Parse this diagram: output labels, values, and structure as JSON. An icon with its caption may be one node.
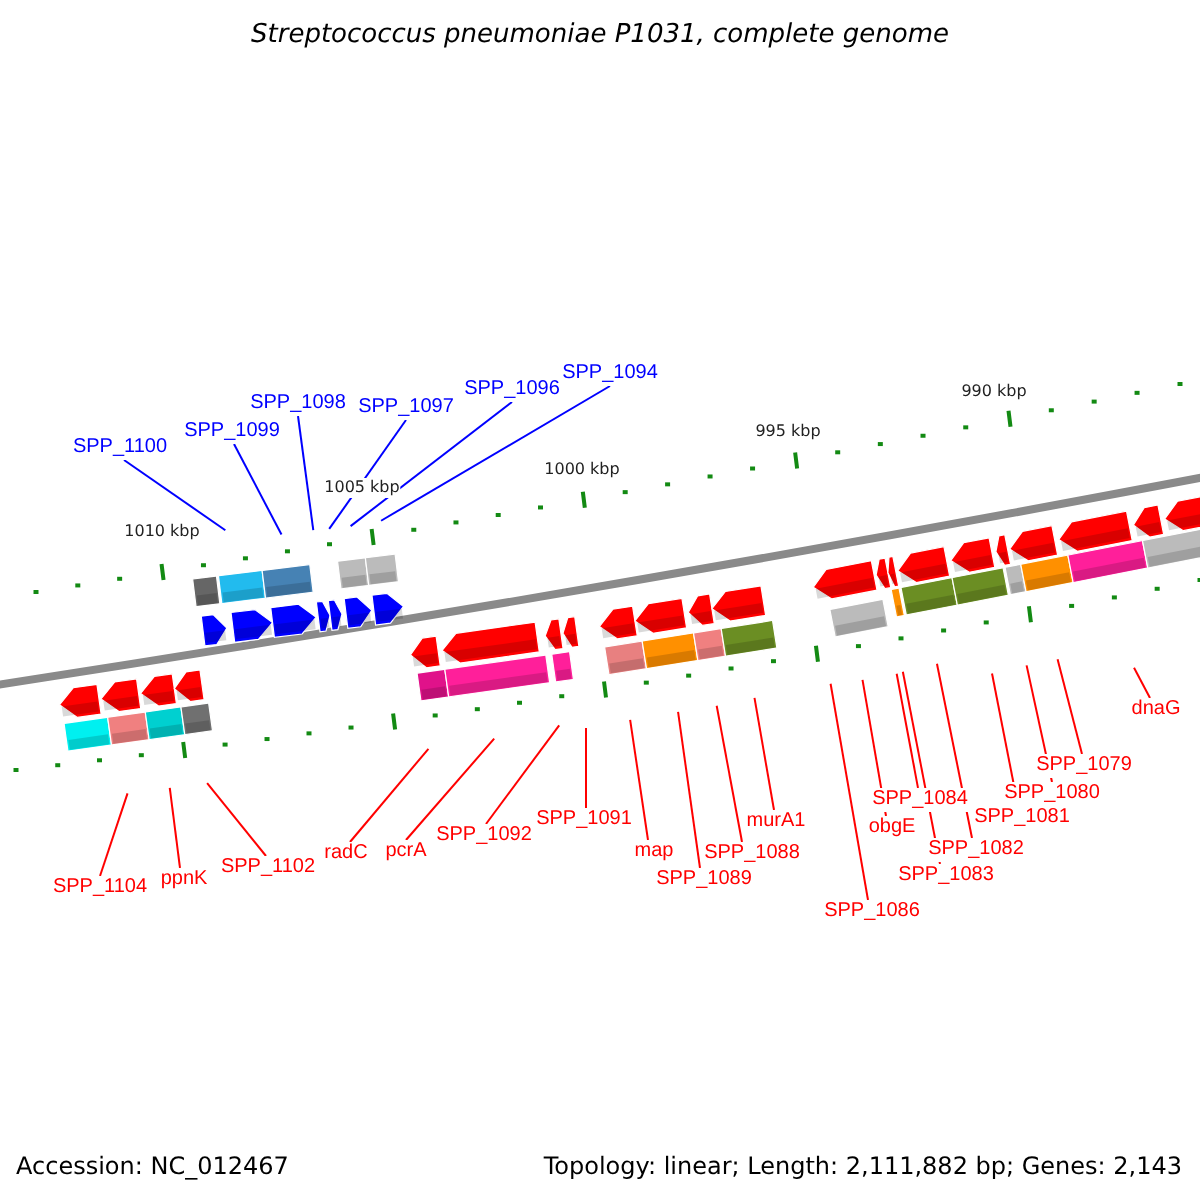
{
  "diagram": {
    "title": "Streptococcus pneumoniae P1031, complete genome",
    "nodes": [
      {
        "text": [
          "SPP_1100"
        ]
      },
      {
        "text": [
          "SPP_1099"
        ]
      },
      {
        "text": [
          "SPP_1098"
        ]
      },
      {
        "text": [
          "SPP_1097"
        ]
      },
      {
        "text": [
          "SPP_1096"
        ]
      },
      {
        "text": [
          "SPP_1094"
        ]
      },
      {
        "text": [
          "SPP_1104"
        ]
      },
      {
        "text": [
          "ppnK"
        ]
      },
      {
        "text": [
          "SPP_1102"
        ]
      },
      {
        "text": [
          "radC"
        ]
      },
      {
        "text": [
          "pcrA"
        ]
      },
      {
        "text": [
          "SPP_1092"
        ]
      },
      {
        "text": [
          "SPP_1091"
        ]
      },
      {
        "text": [
          "map"
        ]
      },
      {
        "text": [
          "SPP_1089"
        ]
      },
      {
        "text": [
          "SPP_1088"
        ]
      },
      {
        "text": [
          "murA1"
        ]
      },
      {
        "text": [
          "SPP_1086"
        ]
      },
      {
        "text": [
          "obgE"
        ]
      },
      {
        "text": [
          "SPP_1084"
        ]
      },
      {
        "text": [
          "SPP_1083"
        ]
      },
      {
        "text": [
          "SPP_1082"
        ]
      },
      {
        "text": [
          "SPP_1081"
        ]
      },
      {
        "text": [
          "SPP_1080"
        ]
      },
      {
        "text": [
          "SPP_1079"
        ]
      },
      {
        "text": [
          "dnaG"
        ]
      }
    ],
    "edges": [
      {
        "from": 0,
        "to": null,
        "arrow": "none",
        "color": "#0000ff"
      },
      {
        "from": 1,
        "to": null,
        "arrow": "none",
        "color": "#0000ff"
      },
      {
        "from": 2,
        "to": null,
        "arrow": "none",
        "color": "#0000ff"
      },
      {
        "from": 3,
        "to": null,
        "arrow": "none",
        "color": "#0000ff"
      },
      {
        "from": 4,
        "to": null,
        "arrow": "none",
        "color": "#0000ff"
      },
      {
        "from": 5,
        "to": null,
        "arrow": "none",
        "color": "#0000ff"
      },
      {
        "from": 6,
        "to": null,
        "arrow": "none"
      },
      {
        "from": 7,
        "to": null,
        "arrow": "none"
      },
      {
        "from": 8,
        "to": null,
        "arrow": "none"
      },
      {
        "from": 9,
        "to": null,
        "arrow": "none"
      },
      {
        "from": 10,
        "to": null,
        "arrow": "none"
      },
      {
        "from": 11,
        "to": null,
        "arrow": "none"
      },
      {
        "from": 12,
        "to": null,
        "arrow": "none"
      },
      {
        "from": 13,
        "to": null,
        "arrow": "none"
      },
      {
        "from": 14,
        "to": null,
        "arrow": "none"
      },
      {
        "from": 15,
        "to": null,
        "arrow": "none"
      },
      {
        "from": 16,
        "to": null,
        "arrow": "none"
      },
      {
        "from": 17,
        "to": null,
        "arrow": "none"
      },
      {
        "from": 18,
        "to": null,
        "arrow": "none"
      },
      {
        "from": 19,
        "to": null,
        "arrow": "none"
      },
      {
        "from": 20,
        "to": null,
        "arrow": "none"
      },
      {
        "from": 21,
        "to": null,
        "arrow": "none"
      },
      {
        "from": 22,
        "to": null,
        "arrow": "none"
      },
      {
        "from": 23,
        "to": null,
        "arrow": "none"
      },
      {
        "from": 24,
        "to": null,
        "arrow": "none"
      },
      {
        "from": 25,
        "to": null,
        "arrow": "none"
      }
    ],
    "labels": [
      "990 kbp",
      "995 kbp",
      "1000 kbp",
      "1005 kbp",
      "1010 kbp",
      "Accession: NC_012467",
      "Topology: linear; Length: 2,111,882 bp; Genes: 2,143"
    ]
  }
}
